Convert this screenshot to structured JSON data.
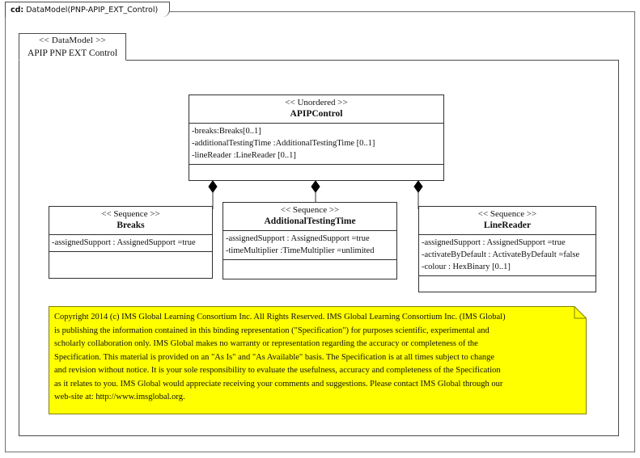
{
  "frame": {
    "tab_kind": "cd:",
    "tab_label": "DataModel(PNP-APIP_EXT_Control)"
  },
  "package": {
    "stereotype": "<< DataModel >>",
    "name": "APIP PNP EXT Control"
  },
  "classes": [
    {
      "id": "apipcontrol",
      "stereotype": "<< Unordered >>",
      "name": "APIPControl",
      "attributes": [
        "-breaks:Breaks[0..1]",
        "-additionalTestingTime   :AdditionalTestingTime   [0..1]",
        "-lineReader :LineReader [0..1]"
      ],
      "operations": []
    },
    {
      "id": "breaks",
      "stereotype": "<< Sequence >>",
      "name": "Breaks",
      "attributes": [
        "-assignedSupport : AssignedSupport =true"
      ],
      "operations": []
    },
    {
      "id": "additionaltestingtime",
      "stereotype": "<< Sequence >>",
      "name": "AdditionalTestingTime",
      "attributes": [
        "-assignedSupport : AssignedSupport =true",
        "-timeMultiplier  :TimeMultiplier  =unlimited"
      ],
      "operations": []
    },
    {
      "id": "linereader",
      "stereotype": "<< Sequence >>",
      "name": "LineReader",
      "attributes": [
        "-assignedSupport : AssignedSupport =true",
        "-activateByDefault  : ActivateByDefault  =false",
        "-colour : HexBinary [0..1]"
      ],
      "operations": []
    }
  ],
  "connectors": [
    {
      "name": "composition-apipcontrol-breaks",
      "type": "composition"
    },
    {
      "name": "composition-apipcontrol-additionaltestingtime",
      "type": "composition"
    },
    {
      "name": "composition-apipcontrol-linereader",
      "type": "composition"
    }
  ],
  "note": {
    "background_color": "#ffff00",
    "border_color": "#808000",
    "lines": [
      "Copyright 2014 (c) IMS Global Learning Consortium Inc.  All Rights Reserved.  IMS Global Learning Consortium Inc. (IMS Global)",
      "is publishing the information contained in this binding representation (\"Specification\") for purposes scientific, experimental and",
      "scholarly collaboration only.  IMS Global makes no warranty or representation regarding the accuracy or completeness of the",
      "Specification.  This material is provided on an \"As Is\" and \"As Available\" basis.  The Specification is at all times subject to change",
      "and revision without notice.  It is your sole responsibility to evaluate the usefulness, accuracy and completeness of the Specification",
      "as it relates to you.  IMS Global would appreciate receiving your comments and suggestions.  Please contact IMS Global through our",
      "web-site at: http://www.imsglobal.org."
    ]
  }
}
